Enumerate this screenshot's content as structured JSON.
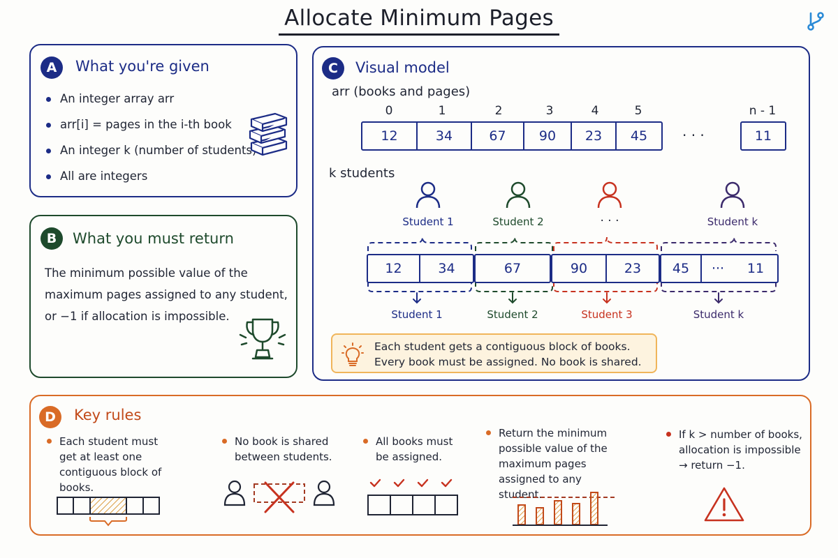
{
  "title": "Allocate Minimum Pages",
  "icons": {
    "branch": "branch-icon",
    "books": "books-stack-icon",
    "trophy": "trophy-icon",
    "bulb": "lightbulb-icon",
    "person": "person-icon",
    "warning": "warning-icon"
  },
  "colors": {
    "blue": "#1c2c86",
    "green": "#1e4a2c",
    "red": "#c7321f",
    "orange": "#d96b26",
    "purple": "#3b2a6b",
    "note_fill": "#fdf3df",
    "note_border": "#f0b55a"
  },
  "panel_a": {
    "badge": "A",
    "title": "What you're given",
    "bullets": [
      "An integer array arr",
      "arr[i] = pages in the i-th book",
      "An integer k (number of students)",
      "All are integers"
    ]
  },
  "panel_b": {
    "badge": "B",
    "title": "What you must return",
    "text": "The minimum possible value of the maximum pages assigned to any student, or −1 if allocation is impossible."
  },
  "panel_c": {
    "badge": "C",
    "title": "Visual model",
    "arr_label": "arr (books and pages)",
    "indices": [
      "0",
      "1",
      "2",
      "3",
      "4",
      "5",
      "n - 1"
    ],
    "values": [
      "12",
      "34",
      "67",
      "90",
      "23",
      "45",
      "11"
    ],
    "ellipsis": "· · ·",
    "k_label": "k students",
    "students_top": [
      "Student 1",
      "Student 2",
      "· · ·",
      "Student k"
    ],
    "groups": [
      {
        "cells": [
          "12",
          "34"
        ],
        "label": "Student 1"
      },
      {
        "cells": [
          "67"
        ],
        "label": "Student 2"
      },
      {
        "cells": [
          "90",
          "23"
        ],
        "label": "Student 3"
      },
      {
        "cells": [
          "45",
          "···",
          "11"
        ],
        "label": "Student k"
      }
    ],
    "note_line1": "Each student gets a contiguous block of books.",
    "note_line2": "Every book must be assigned. No book is shared."
  },
  "panel_d": {
    "badge": "D",
    "title": "Key rules",
    "rules": [
      "Each student must get at least one contiguous block of books.",
      "No book is shared between students.",
      "All books must be assigned.",
      "Return the minimum possible value of the maximum pages assigned to any student.",
      "If k > number of books, allocation is impossible → return −1."
    ]
  }
}
